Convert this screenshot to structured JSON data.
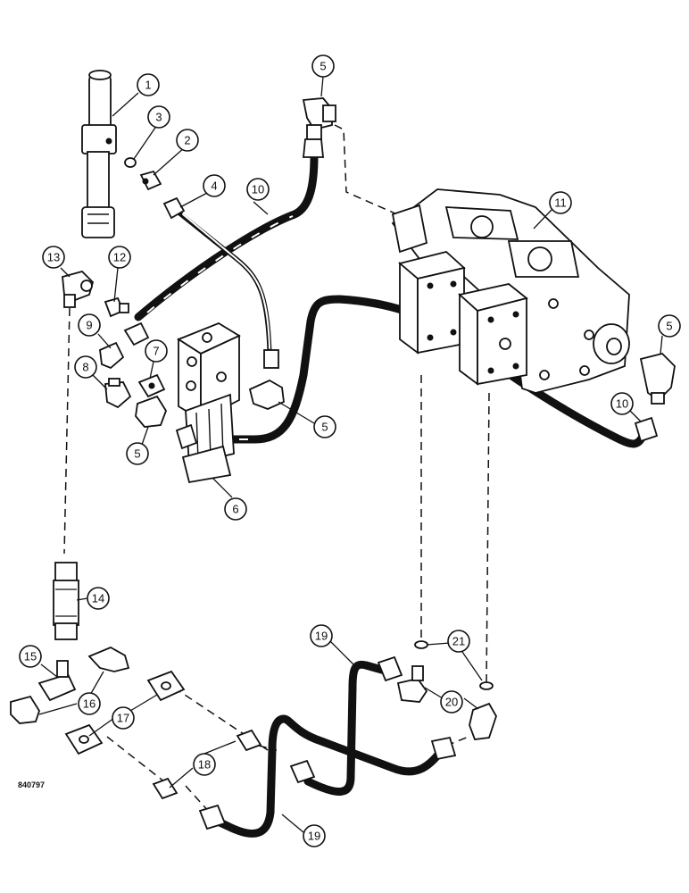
{
  "drawing_code": "840797",
  "callouts": [
    {
      "id": "c1",
      "label": "1"
    },
    {
      "id": "c2",
      "label": "2"
    },
    {
      "id": "c3",
      "label": "3"
    },
    {
      "id": "c4",
      "label": "4"
    },
    {
      "id": "c5a",
      "label": "5"
    },
    {
      "id": "c5b",
      "label": "5"
    },
    {
      "id": "c5c",
      "label": "5"
    },
    {
      "id": "c5d",
      "label": "5"
    },
    {
      "id": "c6",
      "label": "6"
    },
    {
      "id": "c7",
      "label": "7"
    },
    {
      "id": "c8",
      "label": "8"
    },
    {
      "id": "c9",
      "label": "9"
    },
    {
      "id": "c10a",
      "label": "10"
    },
    {
      "id": "c10b",
      "label": "10"
    },
    {
      "id": "c11",
      "label": "11"
    },
    {
      "id": "c12",
      "label": "12"
    },
    {
      "id": "c13",
      "label": "13"
    },
    {
      "id": "c14",
      "label": "14"
    },
    {
      "id": "c15",
      "label": "15"
    },
    {
      "id": "c16",
      "label": "16"
    },
    {
      "id": "c17",
      "label": "17"
    },
    {
      "id": "c18",
      "label": "18"
    },
    {
      "id": "c19a",
      "label": "19"
    },
    {
      "id": "c19b",
      "label": "19"
    },
    {
      "id": "c20",
      "label": "20"
    },
    {
      "id": "c21",
      "label": "21"
    }
  ]
}
